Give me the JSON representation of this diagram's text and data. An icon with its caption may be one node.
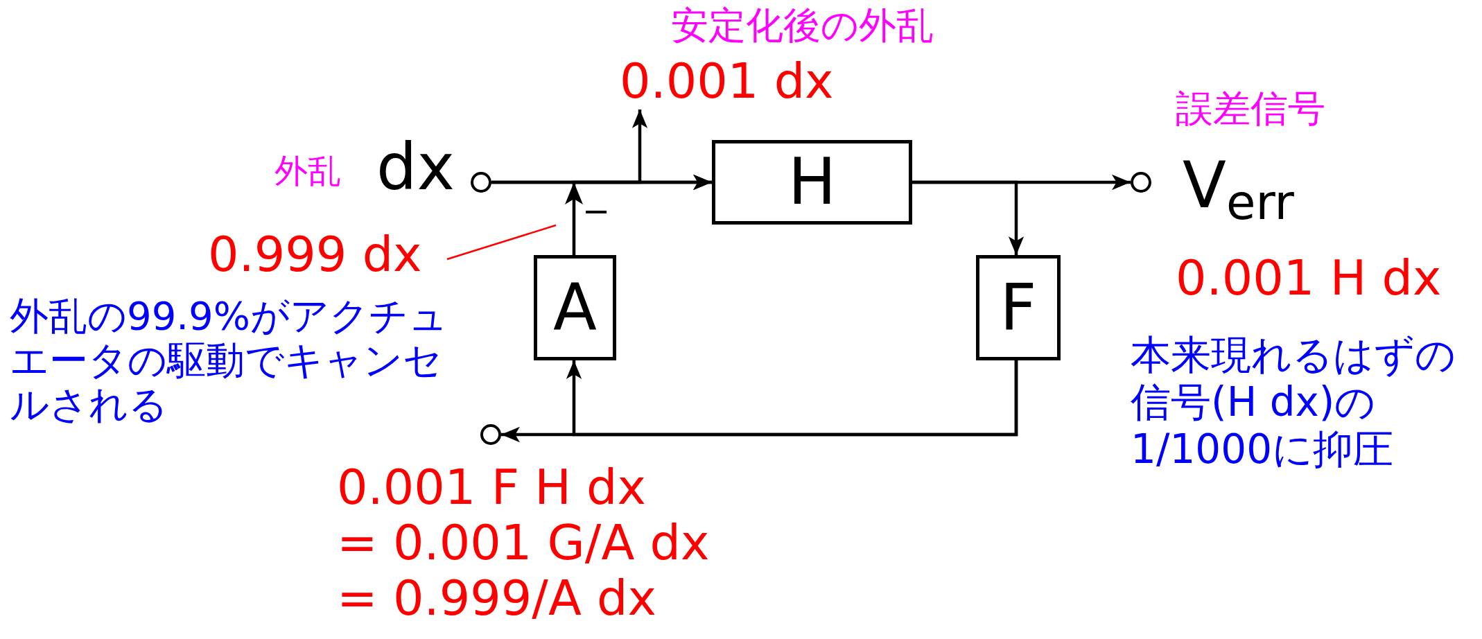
{
  "diagram": {
    "nodes": [
      {
        "text": [],
        "shape": "circle",
        "beside": [
          "外乱",
          "dx"
        ]
      },
      {
        "text": [
          "安定化後の外乱",
          "0.001 dx"
        ]
      },
      {
        "text": [
          "H"
        ]
      },
      {
        "text": [
          "A"
        ]
      },
      {
        "text": [
          "F"
        ]
      },
      {
        "text": [],
        "shape": "circle",
        "beside": [
          "V$_{err}$"
        ]
      },
      {
        "text": [],
        "shape": "circle"
      },
      {
        "text": [
          "0.999 dx"
        ]
      }
    ],
    "edges": [
      {
        "from": 0,
        "to": 2,
        "arrow": "to"
      },
      {
        "from": 0,
        "to": 1,
        "arrow": "to"
      },
      {
        "from": 3,
        "to": 2,
        "arrow": "to"
      },
      {
        "from": 2,
        "to": 5,
        "arrow": "to"
      },
      {
        "from": 2,
        "to": 4,
        "arrow": "to"
      },
      {
        "from": 4,
        "to": 6,
        "arrow": "to"
      },
      {
        "from": 4,
        "to": 3,
        "arrow": "to"
      },
      {
        "from": 7,
        "to": null,
        "arrow": "none",
        "color": "#ff0000"
      }
    ],
    "labels": [
      "−",
      "誤差信号",
      "0.001 H dx",
      "外乱の99.9%がアクチュエータの駆動でキャンセルされる",
      "本来現れるはずの信号(H dx)の1/1000に抑圧",
      "0.001 F H dx",
      "= 0.001 G/A dx",
      "= 0.999/A dx"
    ]
  }
}
